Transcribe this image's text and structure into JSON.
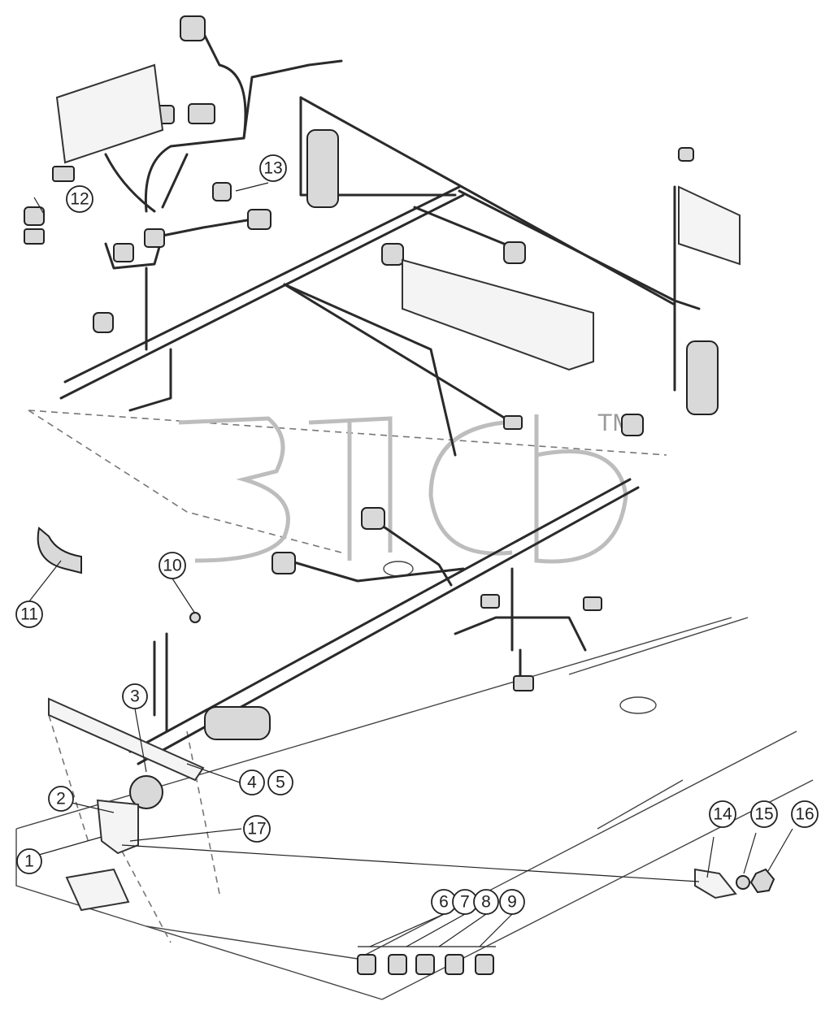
{
  "callouts": [
    {
      "id": "1",
      "label": "1"
    },
    {
      "id": "2",
      "label": "2"
    },
    {
      "id": "3",
      "label": "3"
    },
    {
      "id": "4",
      "label": "4"
    },
    {
      "id": "5",
      "label": "5"
    },
    {
      "id": "6",
      "label": "6"
    },
    {
      "id": "7",
      "label": "7"
    },
    {
      "id": "8",
      "label": "8"
    },
    {
      "id": "9",
      "label": "9"
    },
    {
      "id": "10",
      "label": "10"
    },
    {
      "id": "11",
      "label": "11"
    },
    {
      "id": "12",
      "label": "12"
    },
    {
      "id": "13",
      "label": "13"
    },
    {
      "id": "14",
      "label": "14"
    },
    {
      "id": "15",
      "label": "15"
    },
    {
      "id": "16",
      "label": "16"
    },
    {
      "id": "17",
      "label": "17"
    }
  ],
  "watermark": {
    "trademark": "TM"
  }
}
